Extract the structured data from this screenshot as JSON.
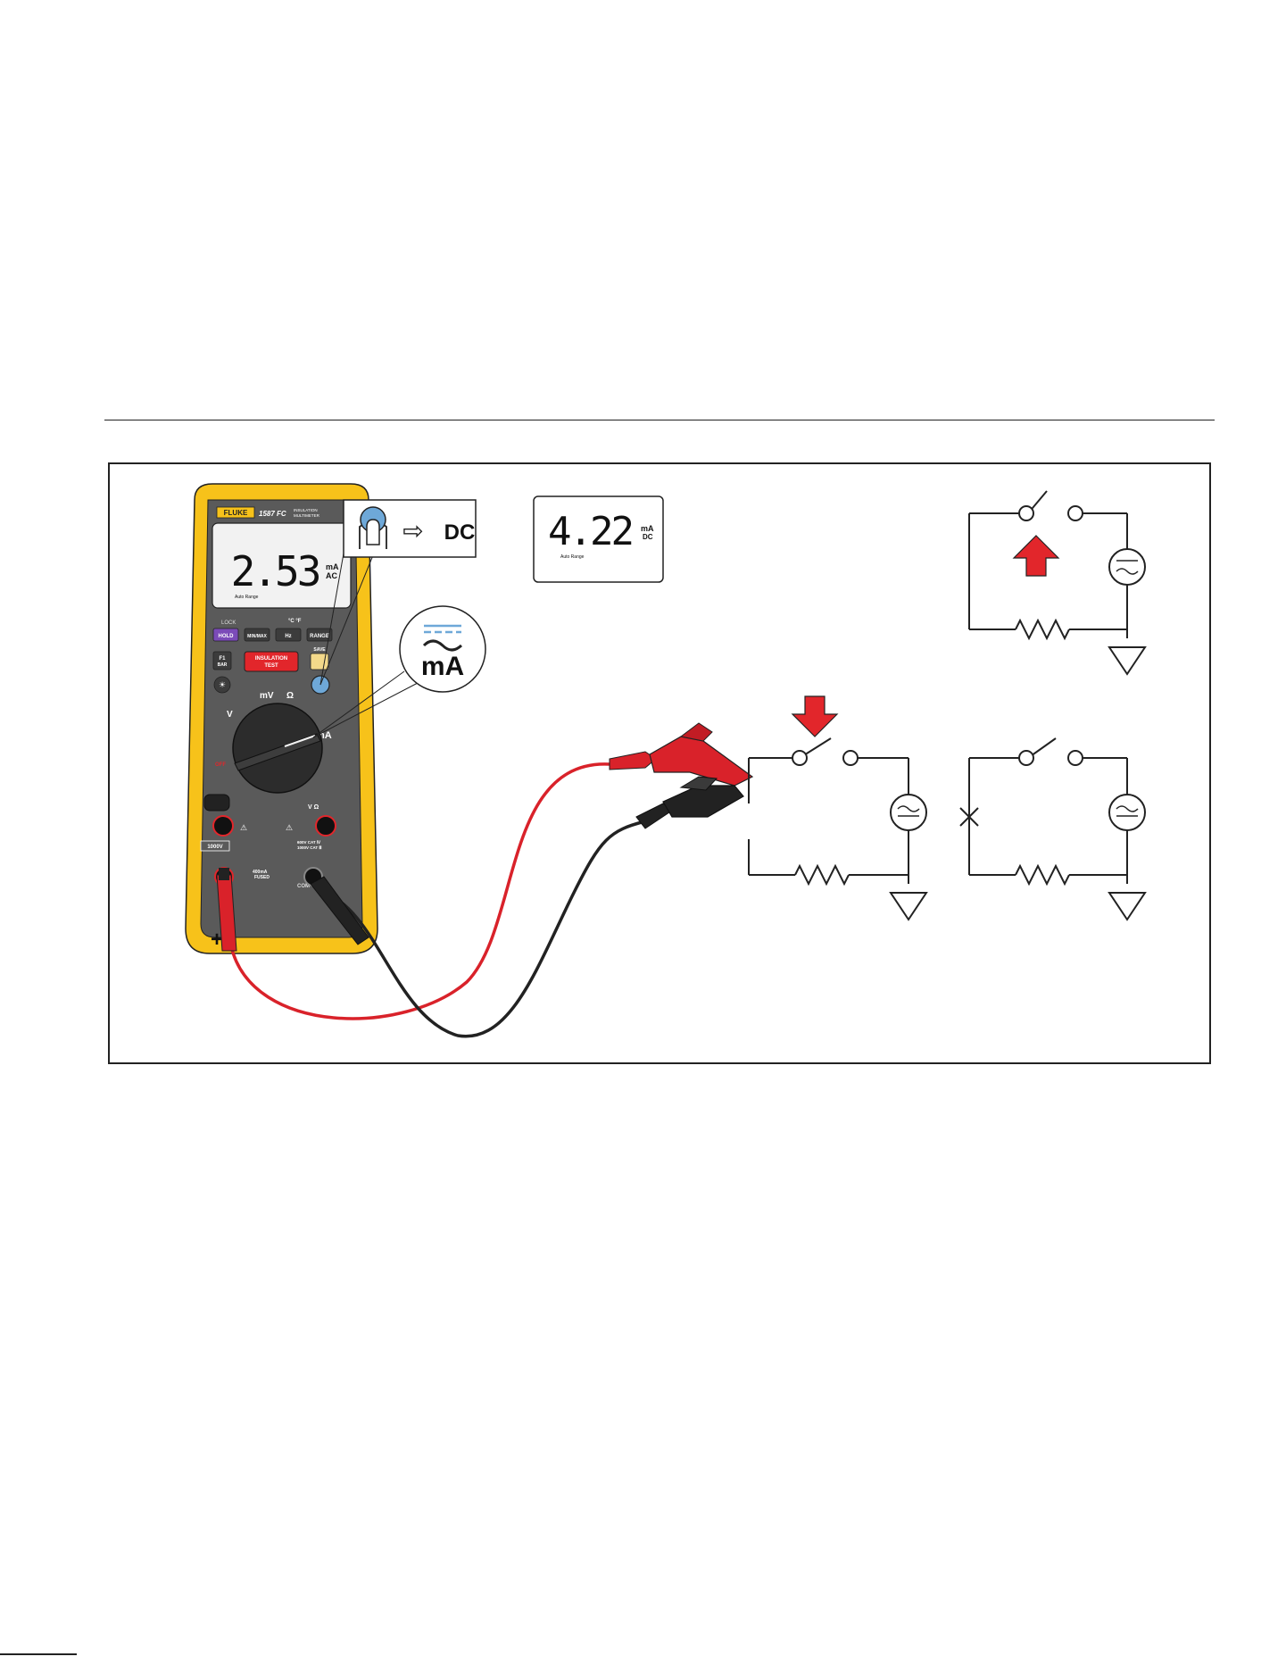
{
  "meter": {
    "brand": "FLUKE",
    "model": "1587 FC",
    "subtitle_line1": "INSULATION",
    "subtitle_line2": "MULTIMETER",
    "display_value": "2.53",
    "display_unit": "mA",
    "display_mode": "AC",
    "display_range": "Auto Range",
    "lock_label": "LOCK",
    "buttons": {
      "hold": "HOLD",
      "minmax": "MIN/MAX",
      "hz": "Hz",
      "range": "RANGE",
      "f1": "F1",
      "f1_sub": "BAR",
      "insulation_line1": "INSULATION",
      "insulation_line2": "TEST",
      "save": "SAVE",
      "temp": "°C °F"
    },
    "dial": {
      "mv": "mV",
      "ohm": "Ω",
      "v": "V",
      "ma": "mA",
      "off": "OFF"
    },
    "jacks": {
      "left_rating": "1000V",
      "cat": "600V CAT Ⅳ\n1000V CAT Ⅲ",
      "fuse_line1": "400mA",
      "fuse_line2": "FUSED",
      "com": "COM",
      "vohm": "V Ω"
    }
  },
  "callout_button": {
    "arrow": "⇨",
    "label": "DC"
  },
  "callout_display": {
    "value": "4.22",
    "unit": "mA",
    "mode": "DC",
    "range": "Auto Range"
  },
  "callout_dial": {
    "label": "mA"
  },
  "probe_labels": {
    "plus": "+",
    "minus": "–"
  },
  "colors": {
    "fluke_yellow": "#F7C21A",
    "meter_gray": "#5a5a5a",
    "probe_red": "#d9222a",
    "probe_black": "#222222",
    "button_blue": "#6ea8d8",
    "arrow_red": "#e2262b"
  }
}
